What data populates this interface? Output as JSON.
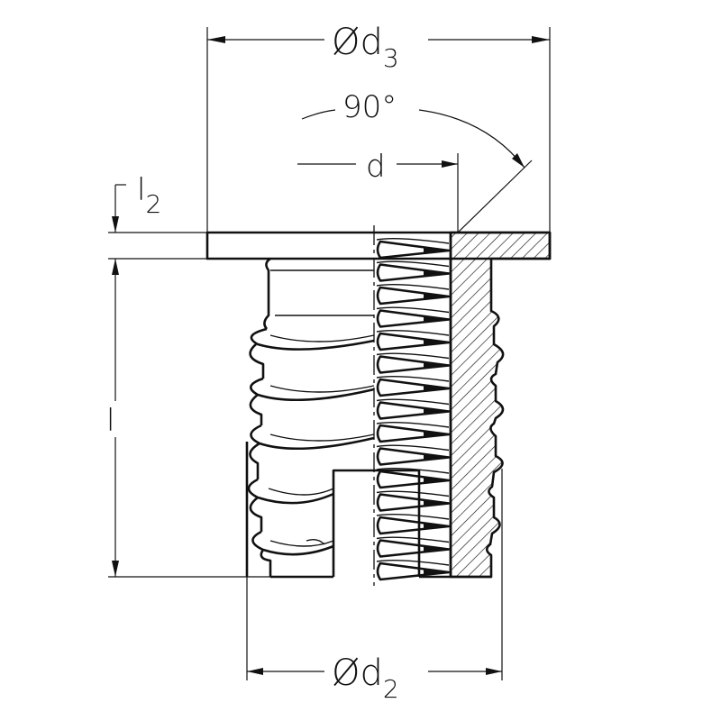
{
  "dimensions": {
    "d3": {
      "symbol": "Ød",
      "sub": "3"
    },
    "angle": {
      "text": "90°"
    },
    "d": {
      "text": "d"
    },
    "l2": {
      "symbol": "l",
      "sub": "2"
    },
    "l": {
      "text": "l"
    },
    "d2": {
      "symbol": "Ød",
      "sub": "2"
    }
  }
}
